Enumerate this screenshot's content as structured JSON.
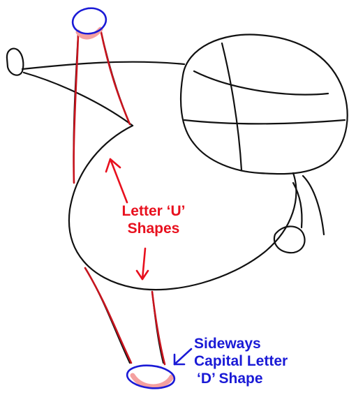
{
  "labels": {
    "u_shapes": [
      "Letter ‘U’",
      "Shapes"
    ],
    "d_shape": [
      "Sideways",
      "Capital Letter",
      "‘D’ Shape"
    ]
  },
  "colors": {
    "sketch": "#111111",
    "red": "#e8101e",
    "pink": "#f4a0a0",
    "blue": "#1a1ad6"
  }
}
